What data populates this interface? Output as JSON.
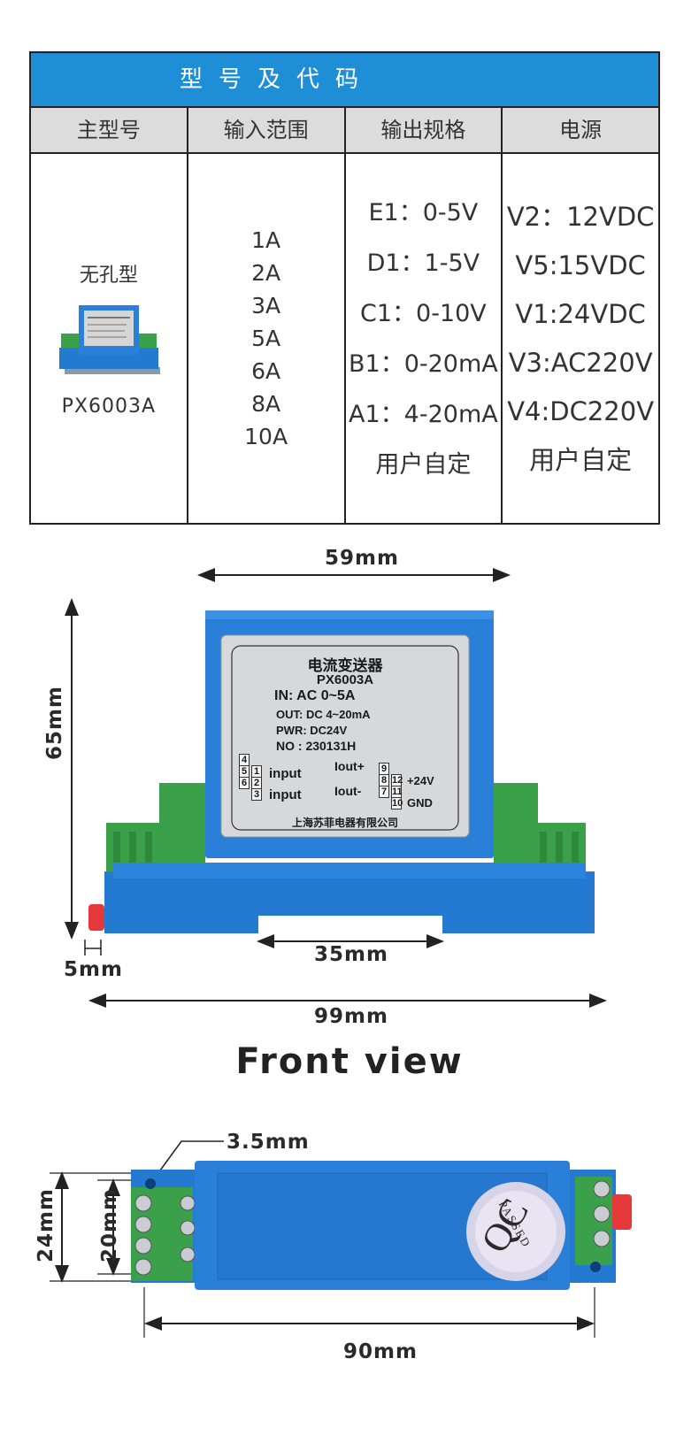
{
  "table": {
    "banner": "型号及代码",
    "headers": [
      "主型号",
      "输入范围",
      "输出规格",
      "电源"
    ],
    "model": {
      "name": "无孔型",
      "code": "PX6003A"
    },
    "input_ranges": [
      "1A",
      "2A",
      "3A",
      "5A",
      "6A",
      "8A",
      "10A"
    ],
    "outputs": [
      "E1：0-5V",
      "D1：1-5V",
      "C1：0-10V",
      "B1：0-20mA",
      "A1：4-20mA",
      "用户自定"
    ],
    "power": [
      "V2：12VDC",
      "V5:15VDC",
      "V1:24VDC",
      "V3:AC220V",
      "V4:DC220V",
      "用户自定"
    ]
  },
  "front": {
    "width_top": "59mm",
    "height": "65mm",
    "margin": "5mm",
    "rail": "35mm",
    "width_total": "99mm",
    "title": "Front view"
  },
  "device_label": {
    "title": "电流变送器",
    "model": "PX6003A",
    "in": "IN: AC 0~5A",
    "out": "OUT: DC 4~20mA",
    "pwr": "PWR: DC24V",
    "no": "NO : 230131H",
    "input1": "input",
    "input2": "input",
    "iout_plus": "Iout+",
    "iout_minus": "Iout-",
    "v24": "+24V",
    "gnd": "GND",
    "company": "上海苏菲电器有限公司",
    "pins": [
      "4",
      "5",
      "6",
      "1",
      "2",
      "3",
      "9",
      "8",
      "7",
      "12",
      "11",
      "10"
    ]
  },
  "top": {
    "hole": "3.5mm",
    "height_outer": "24mm",
    "height_inner": "20mm",
    "length": "90mm",
    "qc_text": "QC",
    "qc_passed": "PASSED"
  },
  "colors": {
    "banner": "#1e8fd6",
    "device_blue": "#2479d1",
    "terminal_green": "#3aa14a"
  }
}
